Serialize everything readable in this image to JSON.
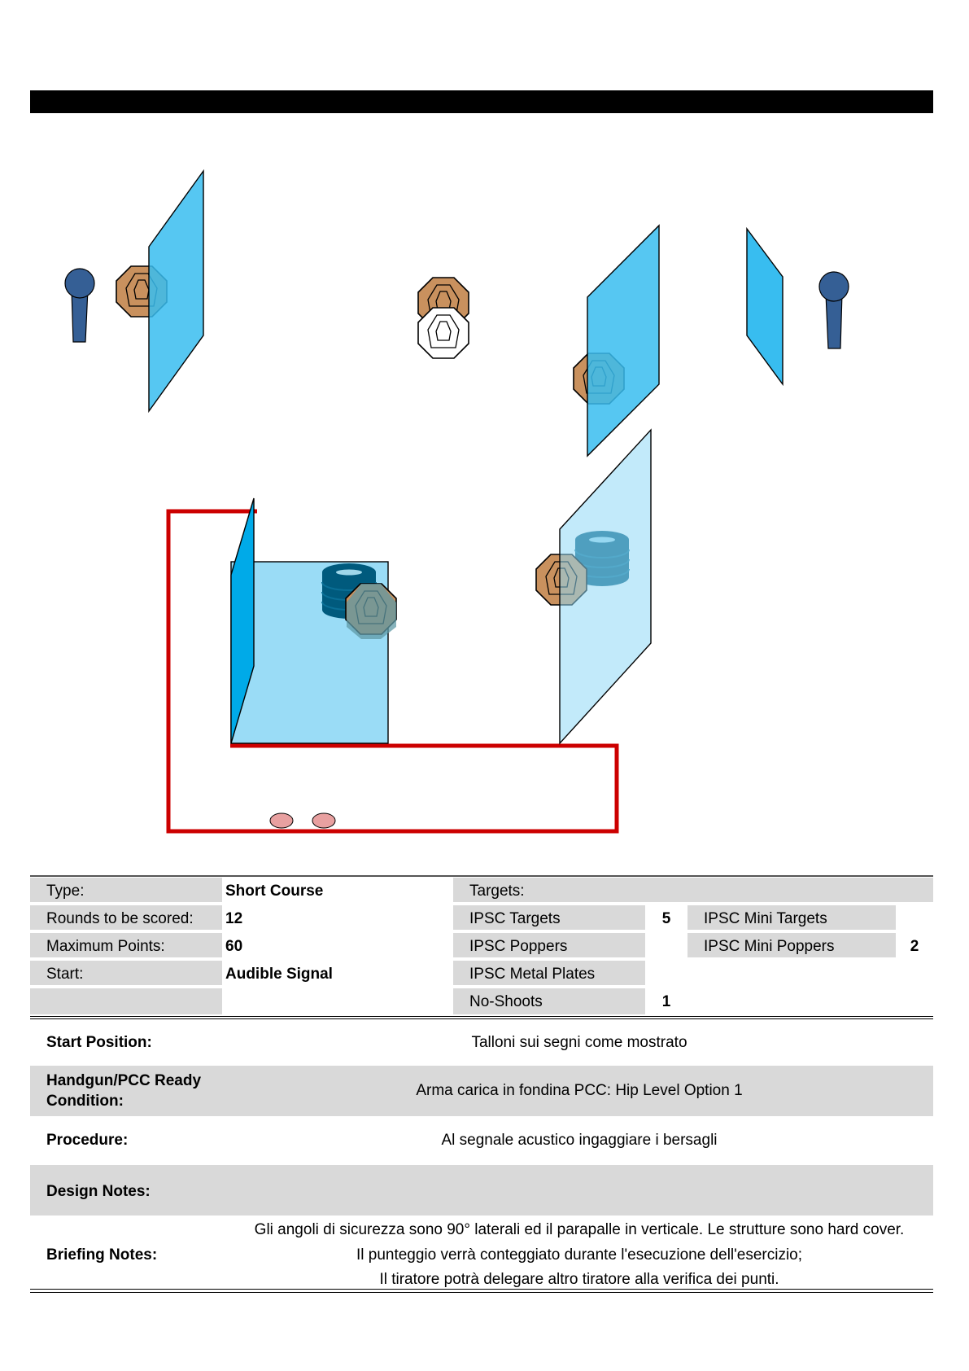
{
  "summary": {
    "type_label": "Type:",
    "type_value": "Short Course",
    "rounds_label": "Rounds to be scored:",
    "rounds_value": "12",
    "points_label": "Maximum Points:",
    "points_value": "60",
    "start_label": "Start:",
    "start_value": "Audible Signal",
    "targets_label": "Targets:",
    "ipsc_targets_label": "IPSC Targets",
    "ipsc_targets_value": "5",
    "ipsc_poppers_label": "IPSC Poppers",
    "ipsc_metal_plates_label": "IPSC Metal Plates",
    "no_shoots_label": "No-Shoots",
    "no_shoots_value": "1",
    "ipsc_mini_targets_label": "IPSC Mini Targets",
    "ipsc_mini_poppers_label": "IPSC Mini Poppers",
    "ipsc_mini_poppers_value": "2"
  },
  "details": {
    "start_position_label": "Start Position:",
    "start_position_value": "Talloni sui segni come mostrato",
    "ready_condition_label_1": "Handgun/PCC Ready",
    "ready_condition_label_2": "Condition:",
    "ready_condition_value": "Arma carica in fondina PCC: Hip Level Option 1",
    "procedure_label": "Procedure:",
    "procedure_value": "Al segnale acustico ingaggiare i bersagli",
    "design_notes_label": "Design Notes:",
    "briefing_notes_label": "Briefing Notes:",
    "briefing_notes_lines": [
      "Gli angoli di sicurezza sono 90° laterali ed il parapalle in verticale. Le strutture sono hard cover.",
      "Il punteggio verrà conteggiato durante l'esecuzione dell'esercizio;",
      "Il tiratore potrà delegare altro tiratore alla verifica dei punti."
    ]
  },
  "colors": {
    "wall": "#38bdf0",
    "wall_light": "#8fd8f5",
    "target": "#c9915e",
    "popper": "#355f95",
    "barrel": "#005a7d",
    "fault_line": "#cc0000",
    "start_mark": "#e8a0a0",
    "header_bar": "#000000",
    "row_shade": "#d9d9d9"
  },
  "diagram_items": {
    "icons": [
      "popper-icon",
      "ipsc-target-icon",
      "no-shoot-icon",
      "hard-cover-wall-icon",
      "barrel-stack-icon",
      "fault-line-icon",
      "start-mark-icon"
    ]
  }
}
